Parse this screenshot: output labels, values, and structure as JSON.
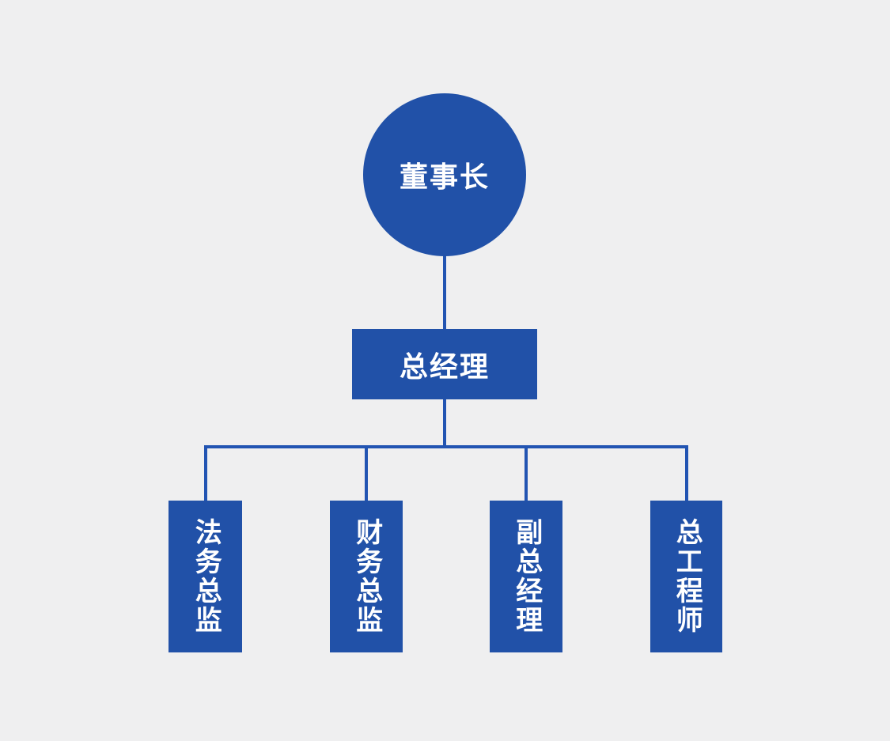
{
  "diagram": {
    "type": "org-chart",
    "nodes": {
      "root": {
        "label": "董事长",
        "shape": "circle"
      },
      "level2": {
        "label": "总经理",
        "shape": "rectangle"
      },
      "children": [
        {
          "label": "法务总监",
          "shape": "vertical-rectangle"
        },
        {
          "label": "财务总监",
          "shape": "vertical-rectangle"
        },
        {
          "label": "副总经理",
          "shape": "vertical-rectangle"
        },
        {
          "label": "总工程师",
          "shape": "vertical-rectangle"
        }
      ]
    }
  },
  "colors": {
    "background": "#efeff0",
    "node_fill": "#2151a8",
    "connector": "#2254b2",
    "text": "#ffffff"
  }
}
